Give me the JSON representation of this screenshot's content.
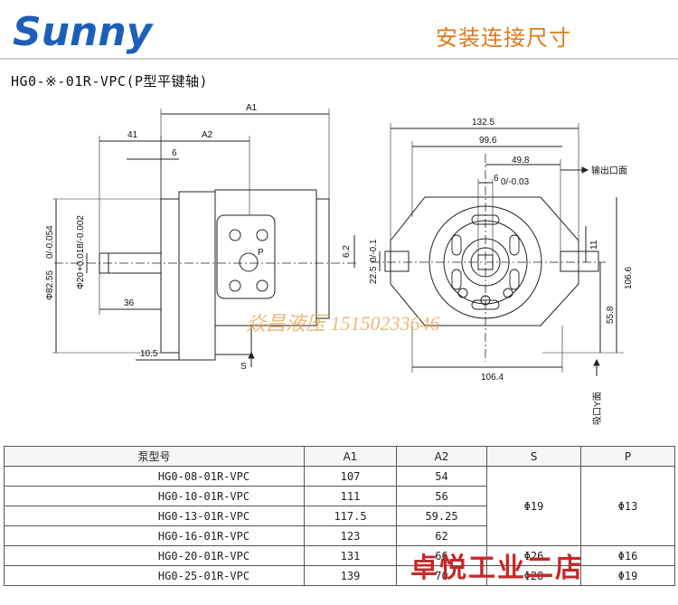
{
  "header": {
    "logo_text": "Sunny",
    "page_title": "安装连接尺寸"
  },
  "model_title": "HG0-※-01R-VPC(P型平键轴)",
  "drawing": {
    "labels": {
      "a1": "A1",
      "a2": "A2",
      "d41": "41",
      "d6": "6",
      "d36": "36",
      "d10_5": "10.5",
      "d6_2": "6.2",
      "phi82": "Φ82.55",
      "phi82_tol": "0/-0.054",
      "phi20": "Φ20",
      "phi20_tol": "+0.018/-0.002",
      "p_port": "P",
      "s_port": "S",
      "d132_5": "132.5",
      "d99_6": "99.6",
      "d49_8": "49.8",
      "d6_key": "6",
      "d6_key_tol": "0/-0.03",
      "outlet_face": "输出口面",
      "d11": "11",
      "d22_5": "22.5",
      "d22_5_tol": "0/-0.1",
      "d106_6": "106.6",
      "d55_8": "55.8",
      "d106_4": "106.4",
      "inlet_face": "吸口Y面"
    }
  },
  "watermarks": {
    "center": "焱昌液压  15150233646",
    "bottom": "卓悦工业二店"
  },
  "table": {
    "headers": [
      "泵型号",
      "A1",
      "A2",
      "S",
      "P"
    ],
    "rows": [
      {
        "model": "HG0-08-01R-VPC",
        "a1": "107",
        "a2": "54"
      },
      {
        "model": "HG0-10-01R-VPC",
        "a1": "111",
        "a2": "56"
      },
      {
        "model": "HG0-13-01R-VPC",
        "a1": "117.5",
        "a2": "59.25"
      },
      {
        "model": "HG0-16-01R-VPC",
        "a1": "123",
        "a2": "62"
      },
      {
        "model": "HG0-20-01R-VPC",
        "a1": "131",
        "a2": "66"
      },
      {
        "model": "HG0-25-01R-VPC",
        "a1": "139",
        "a2": "70"
      }
    ],
    "s_group": "Φ19",
    "p_group": "Φ13",
    "row5_s": "Φ26",
    "row5_p": "Φ16",
    "row6_s": "Φ28",
    "row6_p": "Φ19"
  }
}
